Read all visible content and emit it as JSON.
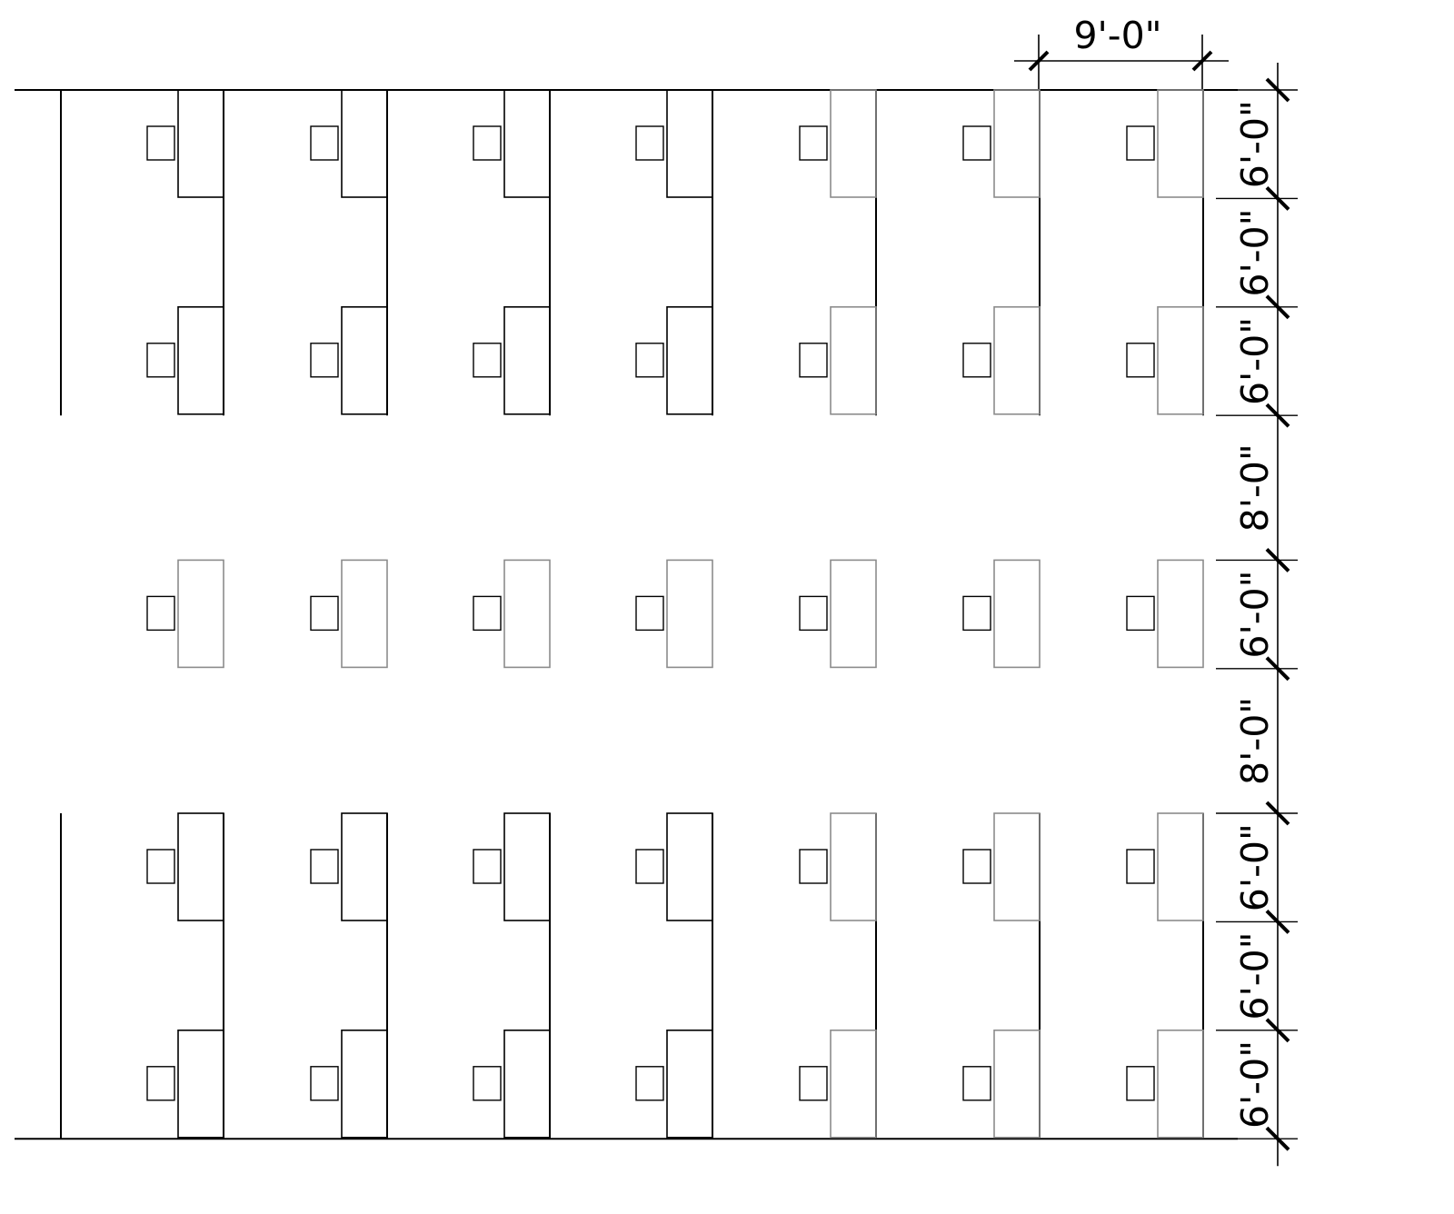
{
  "drawing": {
    "title": "",
    "colors": {
      "ink": "#000000",
      "light_ink": "#8c8c8c",
      "background": "#ffffff"
    }
  },
  "dimensions": {
    "horizontal": {
      "label": "9'-0\"",
      "feet": 9
    },
    "vertical": [
      {
        "label": "6'-0\"",
        "feet": 6
      },
      {
        "label": "6'-0\"",
        "feet": 6
      },
      {
        "label": "6'-0\"",
        "feet": 6
      },
      {
        "label": "8'-0\"",
        "feet": 8
      },
      {
        "label": "6'-0\"",
        "feet": 6
      },
      {
        "label": "8'-0\"",
        "feet": 8
      },
      {
        "label": "6'-0\"",
        "feet": 6
      },
      {
        "label": "6'-0\"",
        "feet": 6
      },
      {
        "label": "6'-0\"",
        "feet": 6
      }
    ]
  },
  "layout": {
    "columns": 7,
    "rows": [
      {
        "name": "top-cluster-upper",
        "partition_above": true
      },
      {
        "name": "top-cluster-lower",
        "partition_above": false
      },
      {
        "name": "middle-row",
        "partition_above": false
      },
      {
        "name": "bottom-cluster-upper",
        "partition_above": false
      },
      {
        "name": "bottom-cluster-lower",
        "partition_above": false
      }
    ],
    "workstation_count": 35,
    "icons": {
      "desk": "desk-rect-icon",
      "chair": "chair-square-icon"
    }
  }
}
